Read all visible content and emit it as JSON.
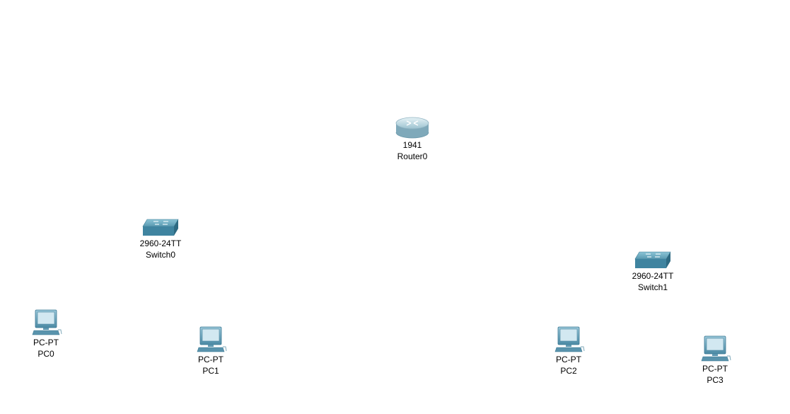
{
  "devices": {
    "router0": {
      "model": "1941",
      "name": "Router0",
      "icon": "router-icon"
    },
    "switch0": {
      "model": "2960-24TT",
      "name": "Switch0",
      "icon": "switch-icon"
    },
    "switch1": {
      "model": "2960-24TT",
      "name": "Switch1",
      "icon": "switch-icon"
    },
    "pc0": {
      "model": "PC-PT",
      "name": "PC0",
      "icon": "pc-icon"
    },
    "pc1": {
      "model": "PC-PT",
      "name": "PC1",
      "icon": "pc-icon"
    },
    "pc2": {
      "model": "PC-PT",
      "name": "PC2",
      "icon": "pc-icon"
    },
    "pc3": {
      "model": "PC-PT",
      "name": "PC3",
      "icon": "pc-icon"
    }
  },
  "colors": {
    "background": "#ffffff",
    "router_body": "#b8d6e0",
    "switch_body": "#4d8ea6",
    "pc_body": "#6fa6bf",
    "screen": "#cfe6f0"
  }
}
